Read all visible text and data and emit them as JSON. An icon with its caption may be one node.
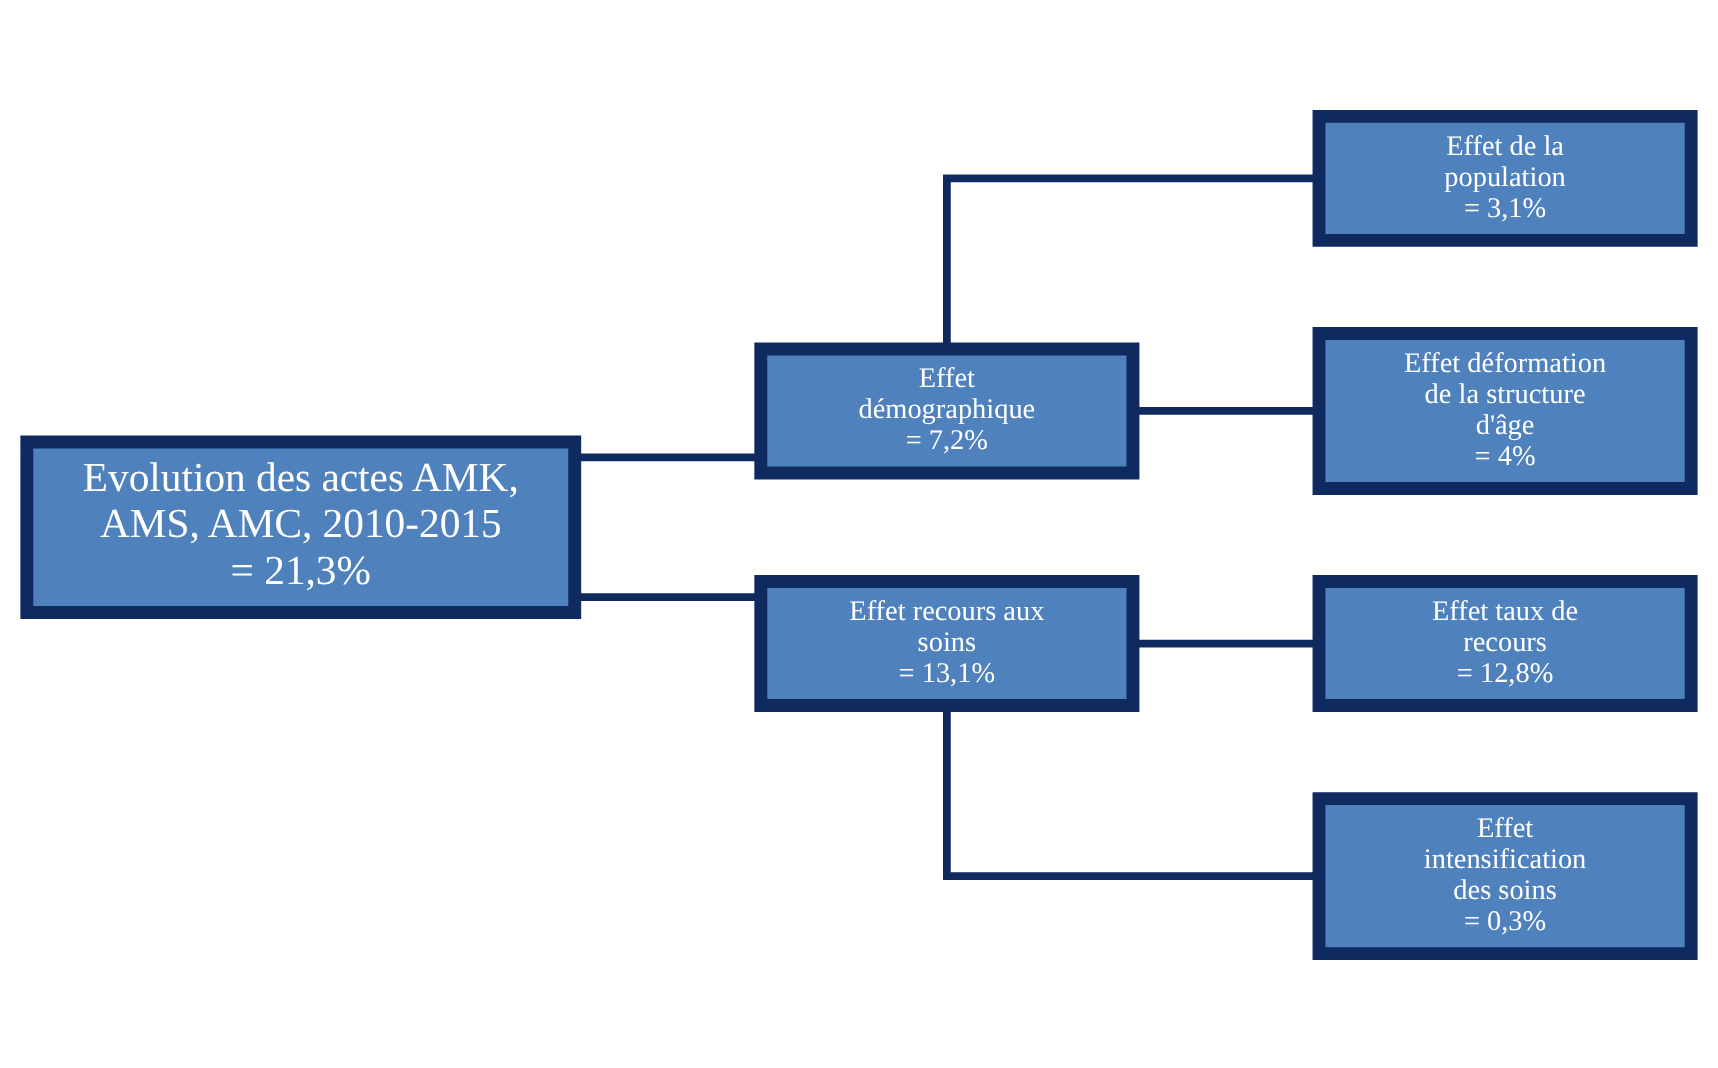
{
  "diagram": {
    "nodes": [
      {
        "text": [
          "Evolution des actes AMK, AMS, AMC, 2010-2015",
          "= 21,3%"
        ]
      },
      {
        "text": [
          "Effet démographique",
          "= 7,2%"
        ]
      },
      {
        "text": [
          "Effet de la population",
          "= 3,1%"
        ]
      },
      {
        "text": [
          "Effet déformation de la structure d'âge",
          "= 4%"
        ]
      },
      {
        "text": [
          "Effet recours aux soins",
          "= 13,1%"
        ]
      },
      {
        "text": [
          "Effet taux de recours",
          "= 12,8%"
        ]
      },
      {
        "text": [
          "Effet intensification des soins",
          "= 0,3%"
        ]
      }
    ],
    "edges": [
      {
        "from": 0,
        "to": 1,
        "arrow": "none"
      },
      {
        "from": 0,
        "to": 4,
        "arrow": "none"
      },
      {
        "from": 1,
        "to": 2,
        "arrow": "none"
      },
      {
        "from": 1,
        "to": 3,
        "arrow": "none"
      },
      {
        "from": 4,
        "to": 5,
        "arrow": "none"
      },
      {
        "from": 4,
        "to": 6,
        "arrow": "none"
      }
    ]
  }
}
